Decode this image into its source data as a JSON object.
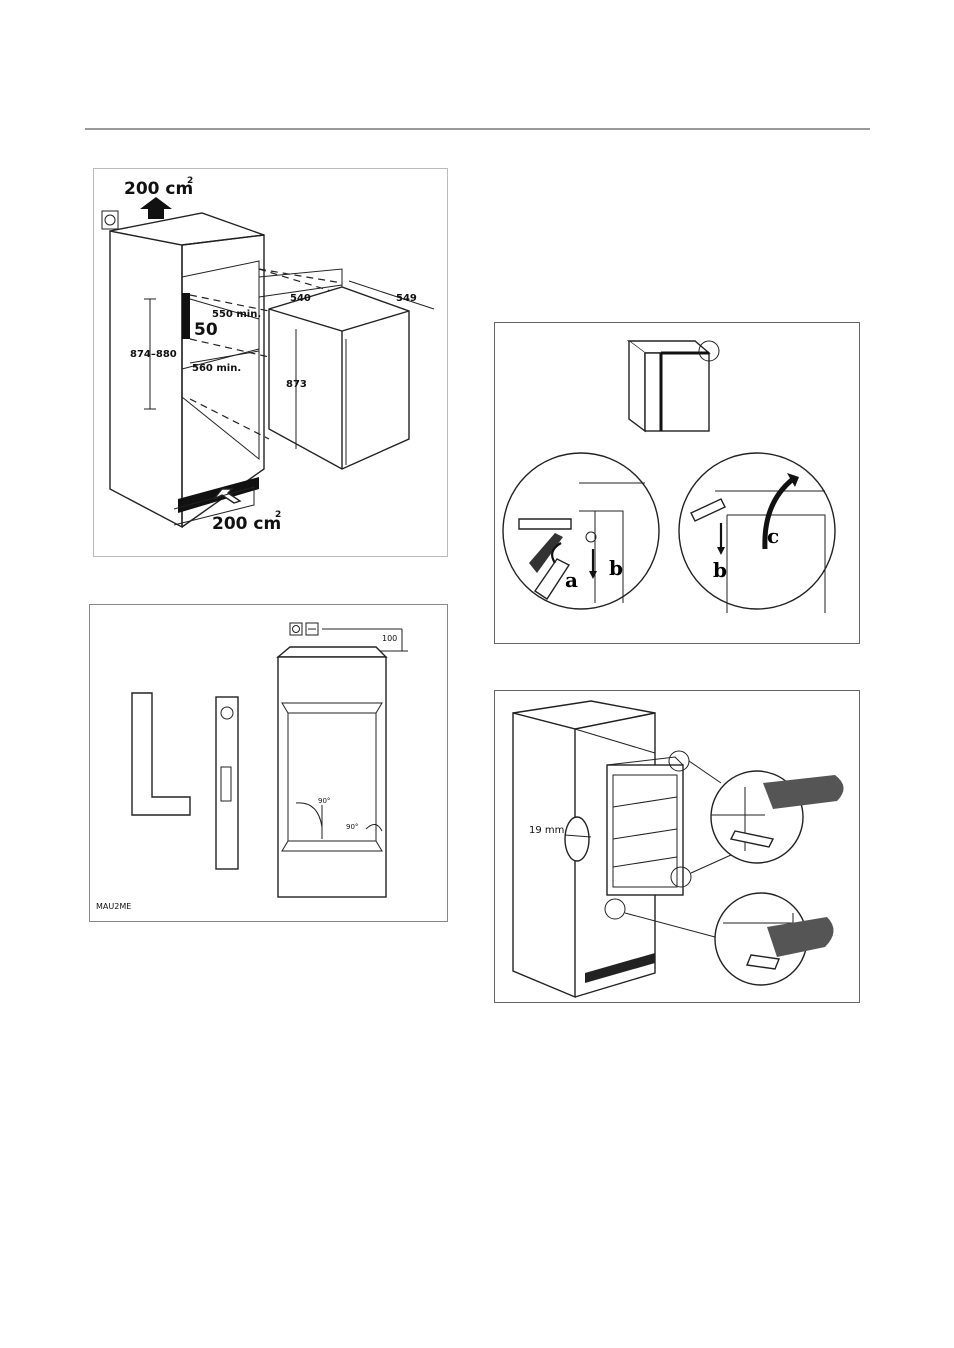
{
  "figure1": {
    "vent_top": "200 cm",
    "vent_top_sup": "2",
    "vent_bottom": "200 cm",
    "vent_bottom_sup": "2",
    "dim_depth_outer": "540",
    "dim_width_outer": "549",
    "dim_depth_min": "550 min.",
    "dim_gap": "50",
    "dim_width_min": "560 min.",
    "dim_height_niche": "874–880",
    "dim_height_appliance": "873"
  },
  "figure2": {
    "dim_top": "100",
    "angle_left": "90°",
    "angle_right": "90°",
    "code": "MAU2ME"
  },
  "figure3": {
    "label_a": "a",
    "label_b_left": "b",
    "label_b_right": "b",
    "label_c": "c"
  },
  "figure4": {
    "dim_gap": "19 mm"
  }
}
